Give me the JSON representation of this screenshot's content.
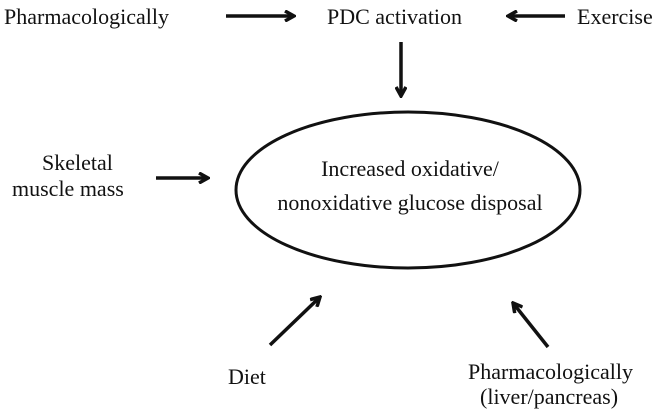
{
  "nodes": {
    "pharmacologically_top": "Pharmacologically",
    "pdc_activation": "PDC activation",
    "exercise": "Exercise",
    "skeletal_muscle_line1": "Skeletal",
    "skeletal_muscle_line2": "muscle mass",
    "center_line1": "Increased oxidative/",
    "center_line2": "nonoxidative glucose disposal",
    "diet": "Diet",
    "pharm_liver_line1": "Pharmacologically",
    "pharm_liver_line2": "(liver/pancreas)"
  },
  "colors": {
    "ink": "#111111",
    "background": "#ffffff"
  }
}
